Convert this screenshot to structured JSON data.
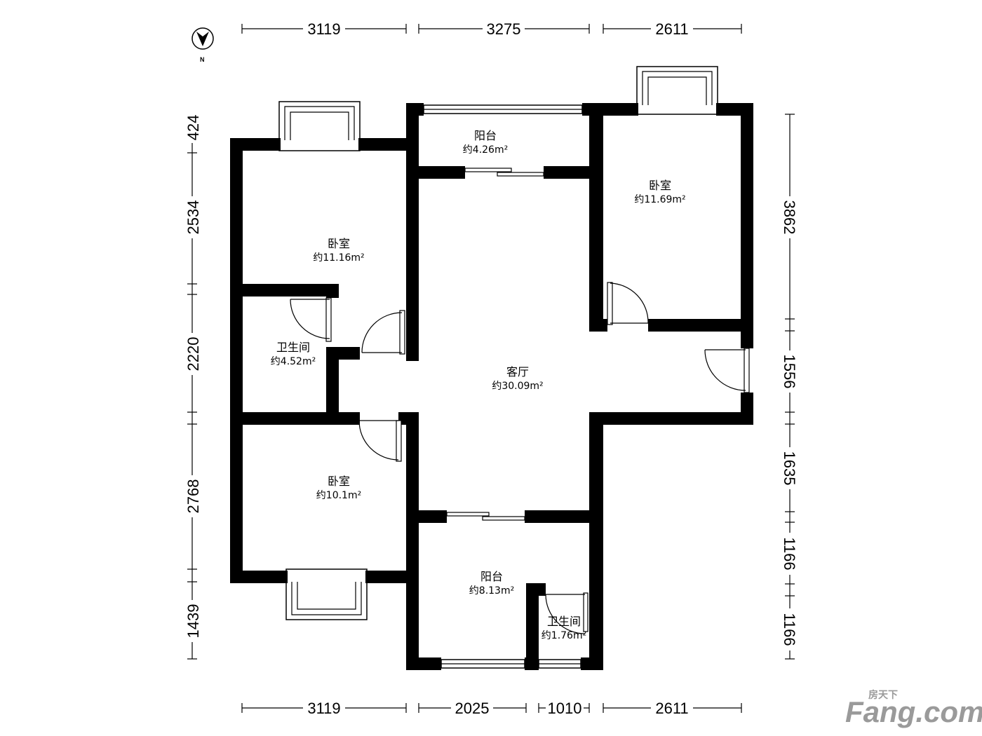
{
  "compass": {
    "label": "N"
  },
  "dimensions": {
    "top": [
      "3119",
      "3275",
      "2611"
    ],
    "bottom": [
      "3119",
      "2025",
      "1010",
      "2611"
    ],
    "left": [
      "424",
      "2534",
      "2220",
      "2768",
      "1439"
    ],
    "right": [
      "3862",
      "1556",
      "1635",
      "1166",
      "1166"
    ]
  },
  "rooms": {
    "balcony_top": {
      "name": "阳台",
      "area": "约4.26m²"
    },
    "bedroom_nw": {
      "name": "卧室",
      "area": "约11.16m²"
    },
    "bedroom_ne": {
      "name": "卧室",
      "area": "约11.69m²"
    },
    "bathroom_w": {
      "name": "卫生间",
      "area": "约4.52m²"
    },
    "living": {
      "name": "客厅",
      "area": "约30.09m²"
    },
    "bedroom_sw": {
      "name": "卧室",
      "area": "约10.1m²"
    },
    "balcony_bottom": {
      "name": "阳台",
      "area": "约8.13m²"
    },
    "bathroom_s": {
      "name": "卫生间",
      "area": "约1.76m²"
    }
  },
  "watermark": {
    "top": "房天下",
    "main": "Fang.com"
  }
}
